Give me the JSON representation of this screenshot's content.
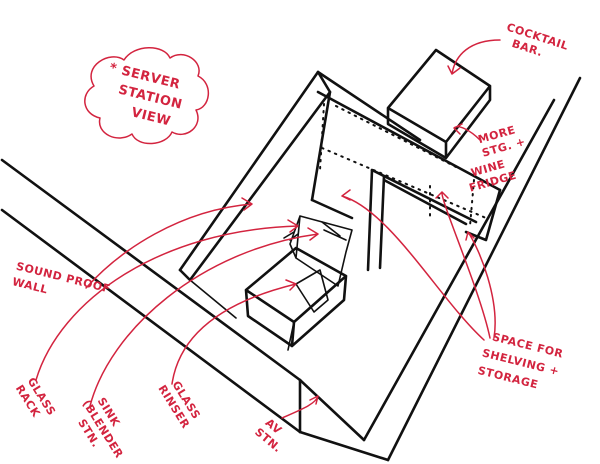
{
  "colors": {
    "ink": "#111111",
    "annotation": "#d3243f",
    "paper": "#ffffff"
  },
  "cloud_title": {
    "line1": "* SERVER",
    "line2": "STATION",
    "line3": "VIEW"
  },
  "labels": {
    "cocktail_bar": {
      "line1": "COCKTAIL",
      "line2": "BAR."
    },
    "more_storage": {
      "line1": "MORE",
      "line2": "STG. +",
      "line3": "WINE",
      "line4": "FRIDGE"
    },
    "sound_proof": {
      "line1": "SOUND PROOF",
      "line2": "WALL"
    },
    "shelving": {
      "line1": "SPACE FOR",
      "line2": "SHELVING +",
      "line3": "STORAGE"
    },
    "glass_rack": {
      "line1": "GLASS",
      "line2": "RACK"
    },
    "sink": {
      "line1": "SINK",
      "line2": "(BLENDER",
      "line3": "STN."
    },
    "glass_rinser": {
      "line1": "GLASS",
      "line2": "RINSER"
    },
    "av_station": {
      "line1": "AV",
      "line2": "STN."
    }
  }
}
